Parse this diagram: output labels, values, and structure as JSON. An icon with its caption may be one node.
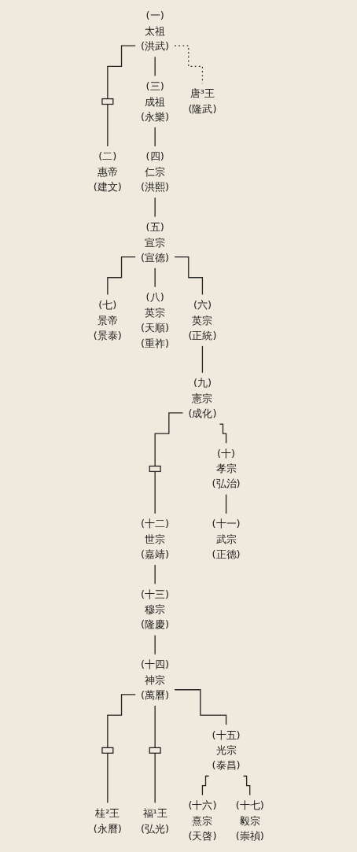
{
  "diagram": {
    "nodes": [
      {
        "text": [
          "(一)",
          "太祖",
          "(洪武)"
        ]
      },
      {
        "text": [
          "(三)",
          "成祖",
          "(永樂)"
        ]
      },
      {
        "text": [],
        "shape": "box"
      },
      {
        "text": [
          "(二)",
          "惠帝",
          "(建文)"
        ]
      },
      {
        "text": [
          "(四)",
          "仁宗",
          "(洪熙)"
        ]
      },
      {
        "text": [
          "(五)",
          "宣宗",
          "(宣德)"
        ]
      },
      {
        "text": [
          "(七)",
          "景帝",
          "(景泰)"
        ]
      },
      {
        "text": [
          "(八)",
          "英宗",
          "(天順)",
          "(重祚)"
        ]
      },
      {
        "text": [
          "(六)",
          "英宗",
          "(正統)"
        ]
      },
      {
        "text": [
          "(九)",
          "憲宗",
          "(成化)"
        ]
      },
      {
        "text": [
          "(十四)",
          "神宗",
          "(萬曆)"
        ]
      },
      {
        "text": [],
        "shape": "box"
      },
      {
        "text": [],
        "shape": "box"
      },
      {
        "text": [
          "(十五)",
          "光宗",
          "(泰昌)"
        ]
      },
      {
        "text": [
          "唐³王",
          "(隆武)"
        ]
      },
      {
        "text": [
          "桂²王",
          "(永曆)"
        ]
      },
      {
        "text": [
          "福¹王",
          "(弘光)"
        ]
      },
      {
        "text": [
          "(十六)",
          "熹宗",
          "(天啓)"
        ]
      },
      {
        "text": [
          "(十七)",
          "毅宗",
          "(崇禎)"
        ]
      },
      {
        "text": [],
        "shape": "box"
      },
      {
        "text": [
          "(十)",
          "孝宗",
          "(弘治)"
        ]
      },
      {
        "text": [
          "(十二)",
          "世宗",
          "(嘉靖)"
        ]
      },
      {
        "text": [
          "(十一)",
          "武宗",
          "(正德)"
        ]
      },
      {
        "text": [
          "(十三)",
          "穆宗",
          "(隆慶)"
        ]
      }
    ],
    "edges": [
      {
        "from": 0,
        "to": 1,
        "arrow": "none"
      },
      {
        "from": 0,
        "to": 2,
        "arrow": "none"
      },
      {
        "from": 2,
        "to": 3,
        "arrow": "none"
      },
      {
        "from": 1,
        "to": 4,
        "arrow": "none"
      },
      {
        "from": 4,
        "to": 5,
        "arrow": "none"
      },
      {
        "from": 5,
        "to": 6,
        "arrow": "none"
      },
      {
        "from": 5,
        "to": 7,
        "arrow": "none"
      },
      {
        "from": 5,
        "to": 8,
        "arrow": "none"
      },
      {
        "from": 8,
        "to": 9,
        "arrow": "none"
      },
      {
        "from": 9,
        "to": 19,
        "arrow": "none"
      },
      {
        "from": 9,
        "to": 20,
        "arrow": "none"
      },
      {
        "from": 20,
        "to": 22,
        "arrow": "none"
      },
      {
        "from": 19,
        "to": 21,
        "arrow": "none"
      },
      {
        "from": 21,
        "to": 23,
        "arrow": "none"
      },
      {
        "from": 23,
        "to": 10,
        "arrow": "none"
      },
      {
        "from": 10,
        "to": 11,
        "arrow": "none"
      },
      {
        "from": 10,
        "to": 12,
        "arrow": "none"
      },
      {
        "from": 10,
        "to": 13,
        "arrow": "none"
      },
      {
        "from": 11,
        "to": 15,
        "arrow": "none"
      },
      {
        "from": 12,
        "to": 16,
        "arrow": "none"
      },
      {
        "from": 13,
        "to": 17,
        "arrow": "none"
      },
      {
        "from": 13,
        "to": 18,
        "arrow": "none"
      },
      {
        "from": 0,
        "to": 14,
        "arrow": "none",
        "style": "dashed"
      }
    ]
  }
}
